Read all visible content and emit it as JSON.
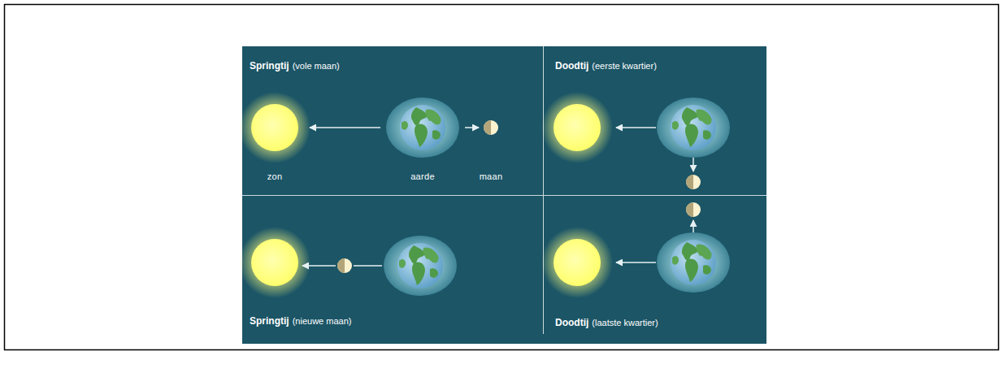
{
  "diagram": {
    "nodes": [
      {
        "text": [
          "zon"
        ]
      },
      {
        "text": [
          "aarde"
        ]
      },
      {
        "text": [
          "maan"
        ]
      }
    ],
    "edges": [
      {
        "from": 1,
        "to": 0,
        "arrow": "to"
      },
      {
        "from": 1,
        "to": 2,
        "arrow": "to"
      }
    ],
    "labels": [
      "Springtij",
      "(vole maan)",
      "Doodtij",
      "(eerste kwartier)",
      "Springtij",
      "(nieuwe maan)",
      "Doodtij",
      "(laatste kwartier)"
    ]
  }
}
